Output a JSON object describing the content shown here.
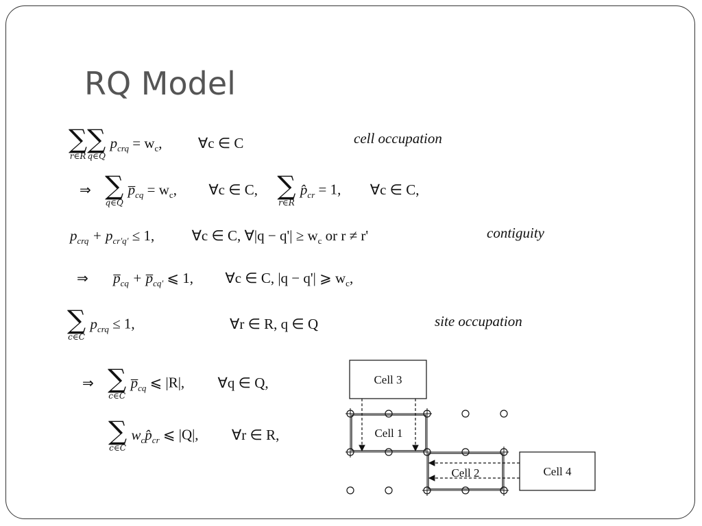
{
  "title": "RQ Model",
  "equations": [
    {
      "main": "∑∑ p_crq = w_c,",
      "sub1": "r∈R",
      "sub2": "q∈Q",
      "expr": "p",
      "expr_sub": "crq",
      "rhs": " = w",
      "rhs_sub": "c",
      "tail": ",",
      "cond": "∀c ∈ C",
      "label": "cell occupation"
    },
    {
      "arrow": "⇒",
      "sub": "q∈Q",
      "expr": "p̅",
      "expr_sub": "cq",
      "rhs": " = w",
      "rhs_sub": "c",
      "tail": ",",
      "cond1": "∀c ∈ C,",
      "sum2_sub": "r∈R",
      "expr2": "p̂",
      "expr2_sub": "cr",
      "rhs2": " = 1,",
      "cond2": "∀c ∈ C,"
    },
    {
      "lhs": "p",
      "lhs_sub": "crq",
      "plus": " + p",
      "plus_sub": "cr'q'",
      "rhs": " ≤ 1,",
      "cond": "∀c ∈ C,  ∀|q − q'| ≥ w",
      "cond_sub": "c",
      "cond_tail": " or r ≠ r'",
      "label": "contiguity"
    },
    {
      "arrow": "⇒",
      "expr": "p̅",
      "expr_sub": "cq",
      "plus": " + p̅",
      "plus_sub": "cq'",
      "rhs": " ⩽ 1,",
      "cond": "∀c ∈ C, |q − q'| ⩾ w",
      "cond_sub": "c",
      "cond_tail": ","
    },
    {
      "sub": "c∈C",
      "expr": "p",
      "expr_sub": "crq",
      "rhs": " ≤ 1,",
      "cond": "∀r ∈ R, q ∈ Q",
      "label": "site occupation"
    },
    {
      "arrow": "⇒",
      "sub": "c∈C",
      "expr": "p̅",
      "expr_sub": "cq",
      "rhs": " ⩽ |R|,",
      "cond": "∀q ∈ Q,"
    },
    {
      "sub": "c∈C",
      "expr": "w",
      "expr_sub": "c",
      "expr2": "p̂",
      "expr2_sub": "cr",
      "rhs": " ⩽ |Q|,",
      "cond": "∀r ∈ R,"
    }
  ],
  "diagram": {
    "cells": [
      {
        "name": "Cell 3"
      },
      {
        "name": "Cell 1"
      },
      {
        "name": "Cell 2"
      },
      {
        "name": "Cell 4"
      }
    ]
  }
}
